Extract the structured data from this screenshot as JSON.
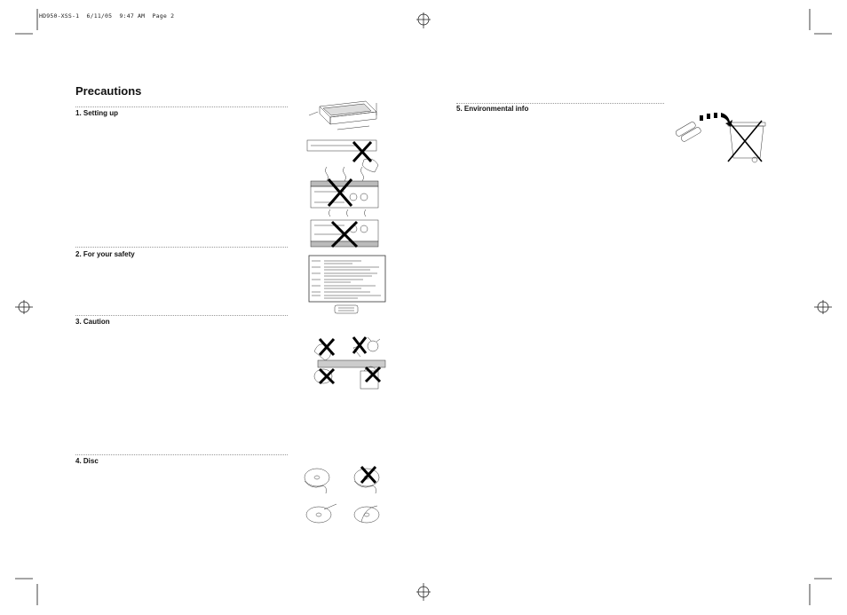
{
  "header": {
    "slug": "HD950-XSS-1  6/11/05  9:47 AM  Page 2"
  },
  "page_title": "Precautions",
  "sections": [
    {
      "number": "1.",
      "title": "Setting up"
    },
    {
      "number": "2.",
      "title": "For your safety"
    },
    {
      "number": "3.",
      "title": "Caution"
    },
    {
      "number": "4.",
      "title": "Disc"
    },
    {
      "number": "5.",
      "title": "Environmental info"
    }
  ],
  "headings": {
    "s1": "1. Setting up",
    "s2": "2. For your safety",
    "s3": "3. Caution",
    "s4": "4. Disc",
    "s5": "5. Environmental info"
  },
  "icons": [
    "player-placement-illustration",
    "laser-label-illustration",
    "hazards-illustration",
    "disc-handling-illustration",
    "battery-disposal-illustration",
    "registration-mark-icon",
    "crop-mark-icon"
  ]
}
